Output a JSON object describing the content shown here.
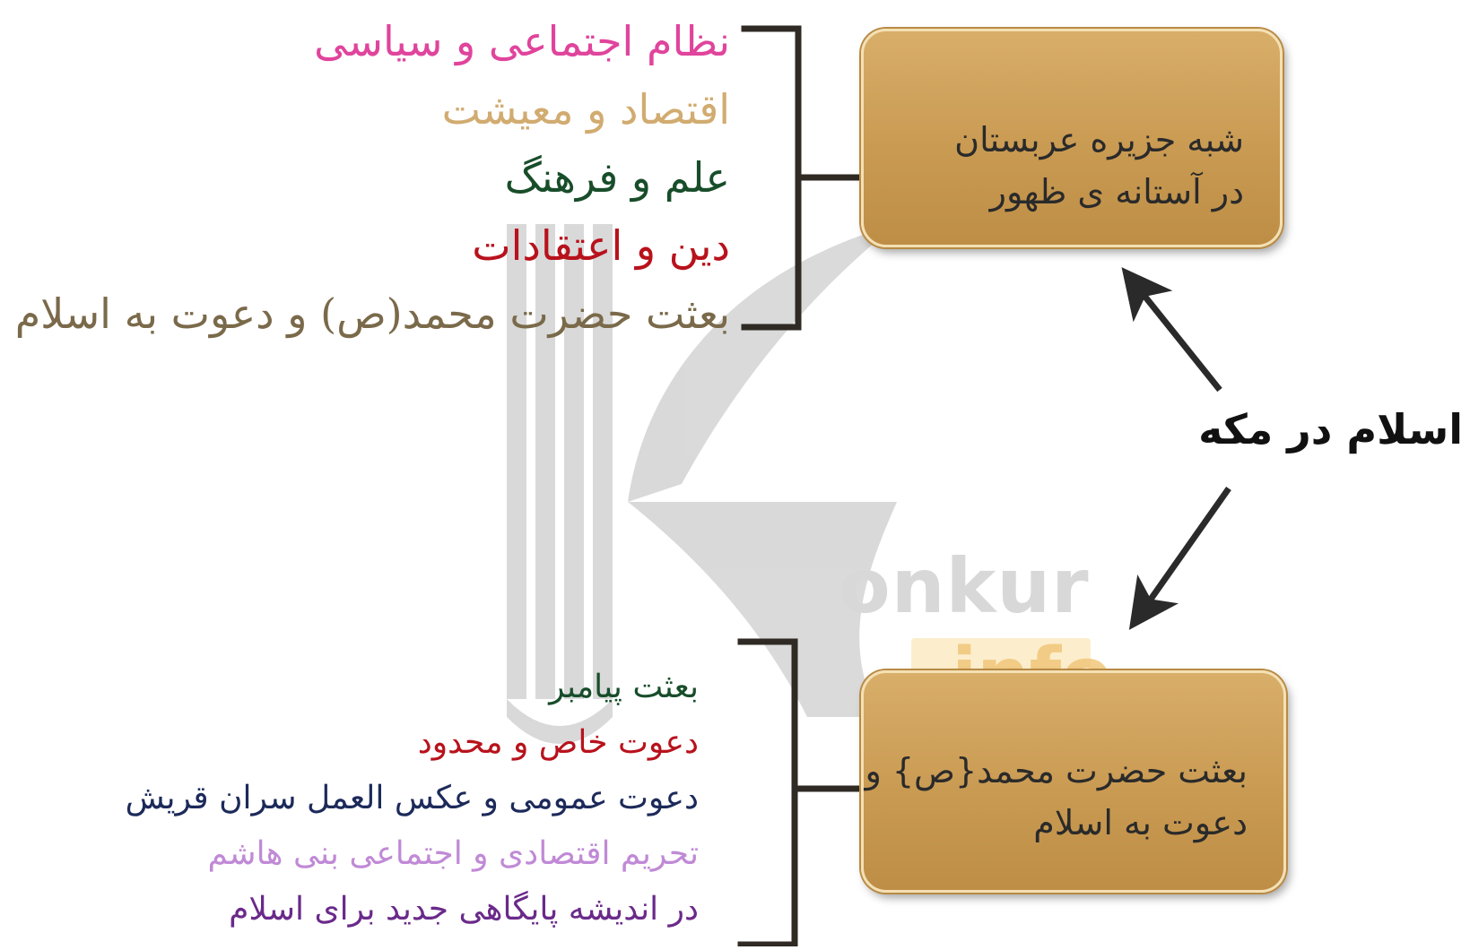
{
  "center_label": "اسلام در مکه",
  "top_box": {
    "line1": "شبه جزیره عربستان",
    "line2": "در آستانه ی ظهور"
  },
  "bottom_box": {
    "line1": "بعثت حضرت محمد{ص} و",
    "line2": "دعوت به اسلام"
  },
  "top_list": [
    {
      "text": "نظام اجتماعی و سیاسی",
      "color": "#e0449c"
    },
    {
      "text": "اقتصاد و معیشت",
      "color": "#d1ab70"
    },
    {
      "text": "علم و فرهنگ",
      "color": "#184d2a"
    },
    {
      "text": "دین و اعتقادات",
      "color": "#b8121c"
    },
    {
      "text": "بعثت حضرت محمد(ص) و دعوت به اسلام",
      "color": "#7a6a4a"
    }
  ],
  "bottom_list": [
    {
      "text": "بعثت پیامبر",
      "color": "#184d2a"
    },
    {
      "text": "دعوت خاص و محدود",
      "color": "#b8121c"
    },
    {
      "text": "دعوت عمومی و عکس العمل سران قریش",
      "color": "#1c2a5a"
    },
    {
      "text": "تحریم اقتصادی و اجتماعی بنی هاشم",
      "color": "#c08ad6"
    },
    {
      "text": "در اندیشه پایگاهی جدید برای اسلام",
      "color": "#6a2a8a"
    }
  ],
  "watermark": {
    "word1": "onkur",
    "word2": ".info"
  }
}
